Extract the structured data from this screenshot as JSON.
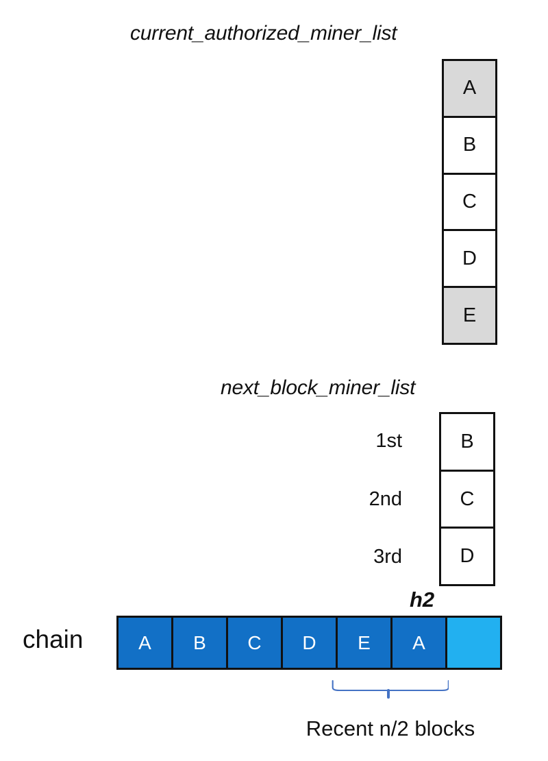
{
  "current_list": {
    "title": "current_authorized_miner_list",
    "cells": [
      {
        "label": "A",
        "shaded": true
      },
      {
        "label": "B",
        "shaded": false
      },
      {
        "label": "C",
        "shaded": false
      },
      {
        "label": "D",
        "shaded": false
      },
      {
        "label": "E",
        "shaded": true
      }
    ]
  },
  "next_list": {
    "title": "next_block_miner_list",
    "ordinals": [
      "1st",
      "2nd",
      "3rd"
    ],
    "cells": [
      {
        "label": "B",
        "shaded": false
      },
      {
        "label": "C",
        "shaded": false
      },
      {
        "label": "D",
        "shaded": false
      }
    ]
  },
  "chain": {
    "label": "chain",
    "head_annotation": "h2",
    "blocks": [
      {
        "label": "A",
        "pending": false
      },
      {
        "label": "B",
        "pending": false
      },
      {
        "label": "C",
        "pending": false
      },
      {
        "label": "D",
        "pending": false
      },
      {
        "label": "E",
        "pending": false
      },
      {
        "label": "A",
        "pending": false
      },
      {
        "label": "",
        "pending": true
      }
    ]
  },
  "bracket": {
    "caption": "Recent n/2 blocks"
  },
  "colors": {
    "shaded_cell": "#d9d9d9",
    "block_mined": "#1270c6",
    "block_pending": "#22b0f0",
    "bracket": "#4472c4",
    "outline": "#111111",
    "background": "#ffffff"
  }
}
